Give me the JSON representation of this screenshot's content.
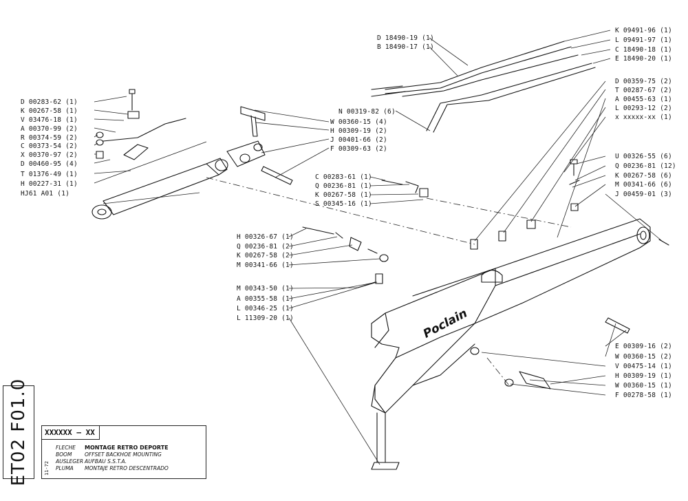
{
  "drawing": {
    "brand_mark": "Poclain",
    "side_code": "ET02 F01.0",
    "title_block": {
      "code": "XXXXXX – XX",
      "date": "11-72",
      "rows": [
        {
          "lang": "FLECHE",
          "text": "MONTAGE RETRO DEPORTE"
        },
        {
          "lang": "BOOM",
          "text": "OFFSET BACKHOE MOUNTING"
        },
        {
          "lang": "AUSLEGER",
          "text": "AUFBAU S.S.T.A."
        },
        {
          "lang": "PLUMA",
          "text": "MONTAJE RETRO DESCENTRADO"
        }
      ]
    }
  },
  "labels_left": [
    "D 00283-62 (1)",
    "K 00267-58 (1)",
    "V 03476-18 (1)",
    "A 00370-99 (2)",
    "R 00374-59 (2)",
    "C 00373-54 (2)",
    "X 00370-97 (2)",
    "D 00460-95 (4)",
    "T 01376-49 (1)",
    "H 00227-31 (1)",
    "HJ61  A01 (1)"
  ],
  "labels_top": [
    "D 18490-19 (1)",
    "B 18490-17 (1)"
  ],
  "labels_mid": [
    "N 00319-82 (6)",
    "W 00360-15 (4)",
    "H 00309-19 (2)",
    "J 00401-66 (2)",
    "F 00309-63 (2)"
  ],
  "labels_center": [
    "C 00283-61 (1)",
    "Q 00236-81 (1)",
    "K 00267-58 (1)",
    "S 00345-16 (1)"
  ],
  "labels_lower_left": [
    "H 00326-67 (1)",
    "Q 00236-81 (2)",
    "K 00267-58 (2)",
    "M 00341-66 (1)",
    "M 00343-50 (1)",
    "A 00355-58 (1)",
    "L 00346-25 (1)",
    "L 11309-20 (1)"
  ],
  "labels_right": [
    "K 09491-96 (1)",
    "L 09491-97 (1)",
    "C 18490-18 (1)",
    "E 18490-20 (1)",
    "D 00359-75 (2)",
    "T 00287-67 (2)",
    "A 00455-63 (1)",
    "L 00293-12 (2)",
    "x  xxxxx-xx (1)",
    "U 00326-55 (6)",
    "Q 00236-81 (12)",
    "K 00267-58 (6)",
    "M 00341-66 (6)",
    "J 00459-01 (3)"
  ],
  "labels_right_lower": [
    "E 00309-16 (2)",
    "W 00360-15 (2)",
    "V 00475-14 (1)",
    "H 00309-19 (1)",
    "W 00360-15 (1)",
    "F 00278-58 (1)"
  ]
}
